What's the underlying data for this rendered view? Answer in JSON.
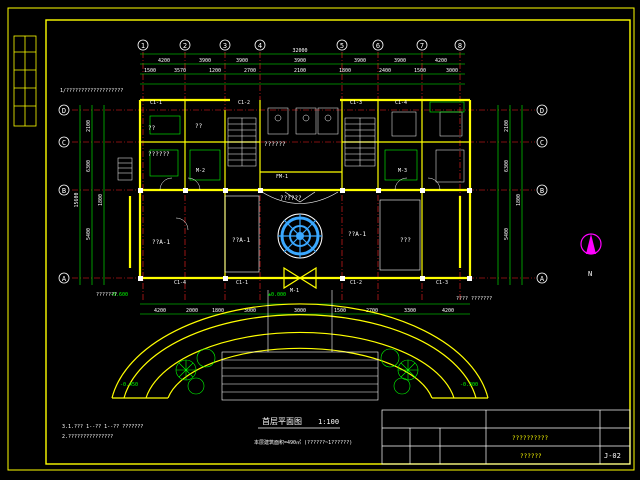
{
  "grid": {
    "columns": [
      "1",
      "2",
      "3",
      "4",
      "5",
      "6",
      "7",
      "8"
    ],
    "rows": [
      "A",
      "B",
      "C",
      "D"
    ]
  },
  "dimensions": {
    "top_total": "32000",
    "top_spans": [
      "4200",
      "3900",
      "3900",
      "3900",
      "3900",
      "3900",
      "4200"
    ],
    "top_detail": [
      "1500",
      "3570",
      "1200",
      "2700",
      "2100",
      "1800",
      "2400",
      "1500",
      "3000"
    ],
    "left_total": "15600",
    "left_spans": [
      "5400",
      "1800",
      "6300",
      "2100"
    ],
    "right_spans": [
      "2100",
      "6300",
      "1800",
      "5400"
    ],
    "bottom_spans": [
      "4200",
      "2000",
      "1800",
      "3000",
      "3000",
      "1500",
      "2700",
      "3300",
      "4200"
    ]
  },
  "rooms": {
    "room_a": "??",
    "room_b": "??",
    "room_c": "??A-1",
    "room_d": "??A-1",
    "room_e": "???",
    "room_f": "??A-1",
    "stair_note": "??????",
    "lobby": "??????",
    "hall": "??????",
    "entrance": "M-1"
  },
  "tags": {
    "c1": "C1-1",
    "c2": "C1-2",
    "c3": "C1-3",
    "c4": "C1-4",
    "m1": "M-1",
    "m2": "M-2",
    "m3": "M-3",
    "fm": "FM-1"
  },
  "elevations": {
    "floor": "±0.000",
    "step1": "-0.450",
    "step2": "-0.300",
    "plaza": "-0.600"
  },
  "notes": {
    "left_top": "1/???????????????????",
    "left_mid": "???????",
    "right_side": "???? ???????",
    "bottom_1": "3.1.??? 1--?? 1--?? ???????",
    "bottom_2": "2.???????????????"
  },
  "drawing_title": {
    "name": "首层平面图",
    "scale": "1:100",
    "subtitle": "本层建筑面积=490㎡ (??????~1??????)"
  },
  "title_block": {
    "project": "??????????",
    "drawing": "??????",
    "number": "J-02"
  },
  "north": {
    "label": "N"
  },
  "colors": {
    "frame": "#ffff00",
    "wall": "#ffff00",
    "axis": "#00ff00",
    "axis_red": "#ff2020",
    "text": "#ffffff",
    "dim": "#00ff00",
    "accent": "#ff00ff",
    "cyan": "#00e5ff",
    "emblem": "#3aa8ff"
  }
}
